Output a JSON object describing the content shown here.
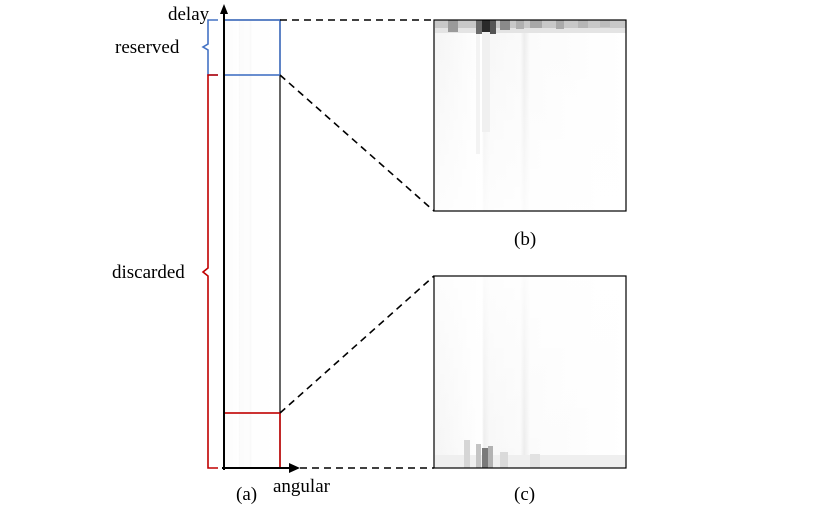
{
  "axes": {
    "y_label": "delay",
    "x_label": "angular"
  },
  "brackets": {
    "reserved": {
      "label": "reserved",
      "color": "#4472C4"
    },
    "discarded": {
      "label": "discarded",
      "color": "#C00000"
    }
  },
  "panels": {
    "a": {
      "caption": "(a)"
    },
    "b": {
      "caption": "(b)"
    },
    "c": {
      "caption": "(c)"
    }
  },
  "colors": {
    "reserved_box": "#4472C4",
    "discarded_box": "#C00000",
    "axis": "#000000",
    "connector": "#000000"
  }
}
